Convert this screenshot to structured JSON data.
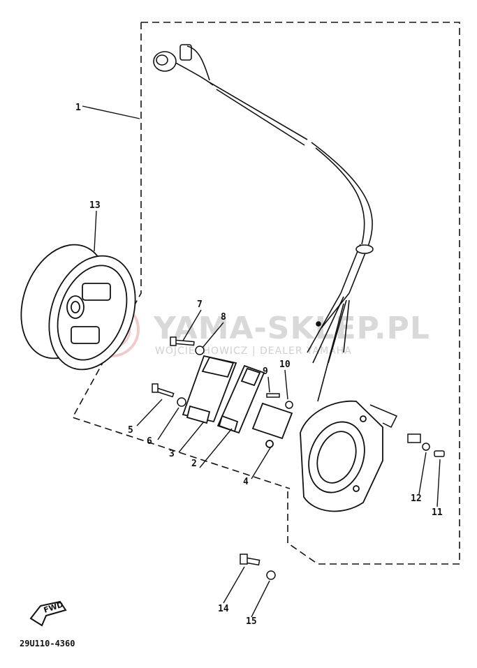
{
  "watermark": {
    "main": "YAMA-SKLEP.PL",
    "sub": "WOJCIECHOWICZ | DEALER YAMAHA",
    "color": "#e8a0a0"
  },
  "diagram_code": "29U110-4360",
  "forward_arrow_label": "FWD",
  "callouts": [
    "1",
    "2",
    "3",
    "4",
    "5",
    "6",
    "7",
    "8",
    "9",
    "10",
    "11",
    "12",
    "13",
    "14",
    "15"
  ]
}
